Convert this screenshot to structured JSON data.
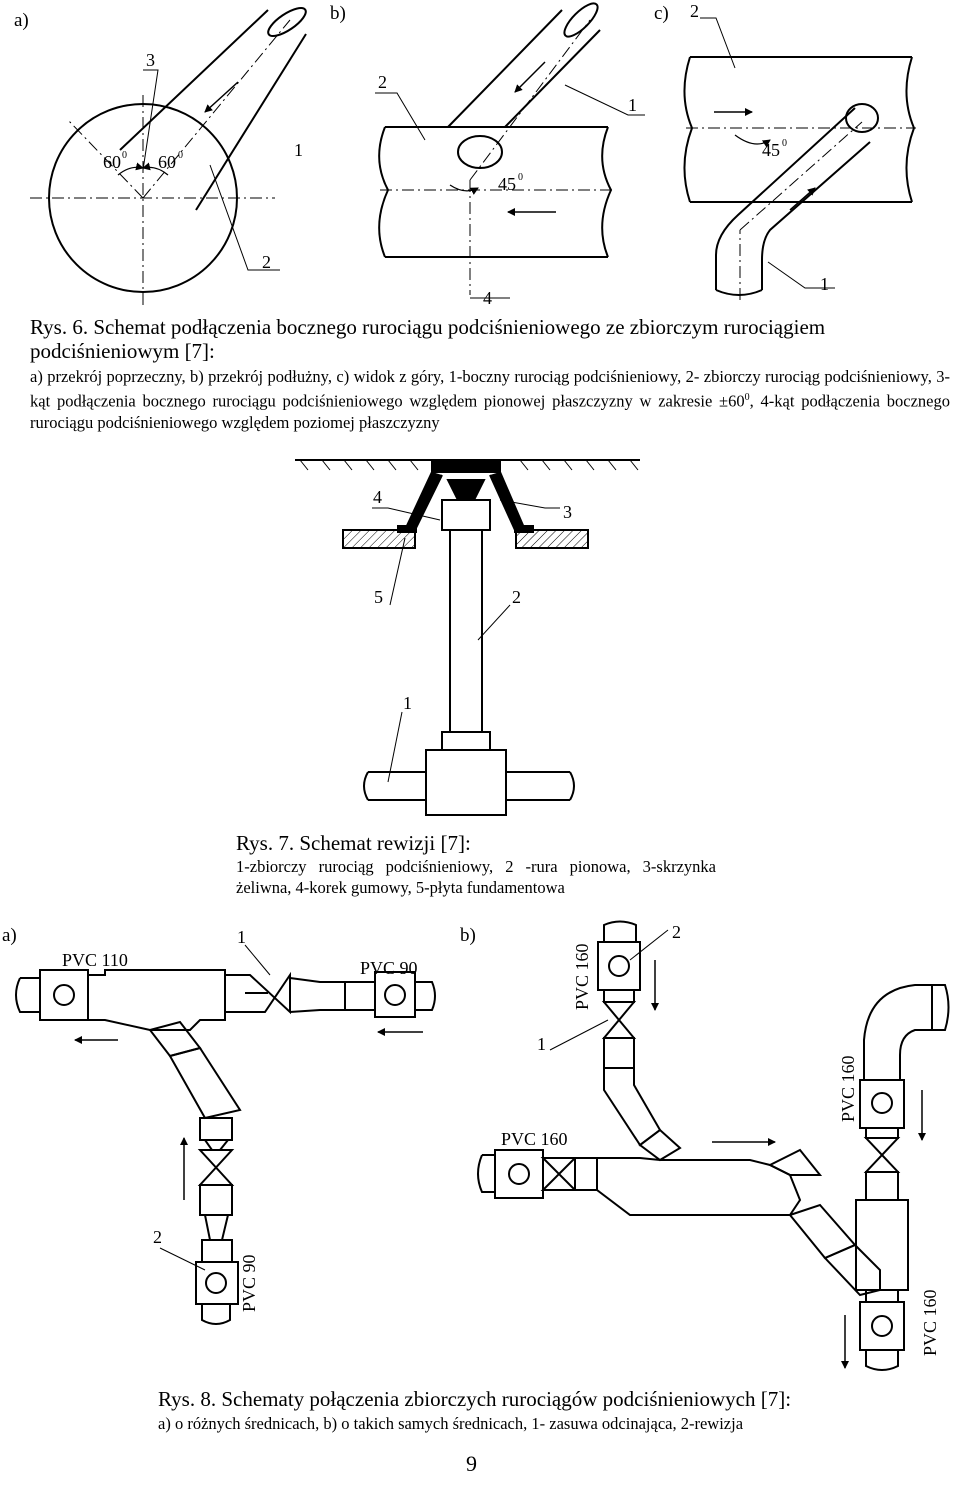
{
  "fig6": {
    "panel_a": "a)",
    "panel_b": "b)",
    "panel_c": "c)",
    "a_num_3": "3",
    "a_angle_left": "60",
    "a_angle_right": "60",
    "a_deg": "0",
    "a_num_1": "1",
    "a_num_2": "2",
    "b_num_2": "2",
    "b_num_1": "1",
    "b_angle": "45",
    "b_deg": "0",
    "b_num_4": "4",
    "c_num_2": "2",
    "c_angle": "45",
    "c_deg": "0",
    "c_num_1": "1",
    "caption_title": "Rys. 6. Schemat podłączenia bocznego rurociągu podciśnieniowego ze zbiorczym rurociągiem podciśnieniowym [7]:",
    "caption_line1": "a) przekrój poprzeczny, b) przekrój podłużny, c) widok z góry, 1-boczny rurociąg podciśnieniowy, 2- zbiorczy rurociąg podciśnieniowy, 3-kąt podłączenia bocznego rurociągu podciśnieniowego względem pionowej płaszczyzny w zakresie ±60",
    "caption_sup": "0",
    "caption_line2": ", 4-kąt podłączenia bocznego rurociągu podciśnieniowego względem poziomej płaszczyzny"
  },
  "fig7": {
    "num_4": "4",
    "num_3": "3",
    "num_5": "5",
    "num_2": "2",
    "num_1": "1",
    "caption_title": "Rys. 7. Schemat rewizji [7]:",
    "caption_body": "1-zbiorczy rurociąg podciśnieniowy, 2 -rura pionowa, 3-skrzynka żeliwna, 4-korek gumowy, 5-płyta fundamentowa"
  },
  "fig8": {
    "panel_a": "a)",
    "panel_b": "b)",
    "a_pvc110": "PVC 110",
    "a_num_1": "1",
    "a_pvc90_top": "PVC 90",
    "a_num_2": "2",
    "a_pvc90_vert": "PVC 90",
    "b_pvc160_vert_top": "PVC 160",
    "b_num_2": "2",
    "b_num_1": "1",
    "b_pvc160_horiz": "PVC 160",
    "b_pvc160_vert_right": "PVC 160",
    "b_pvc160_vert_bottom": "PVC 160",
    "caption_title": "Rys. 8. Schematy połączenia zbiorczych rurociągów podciśnieniowych [7]:",
    "caption_body": "a) o różnych średnicach, b) o takich samych średnicach, 1- zasuwa odcinająca, 2-rewizja"
  },
  "page_number": "9"
}
